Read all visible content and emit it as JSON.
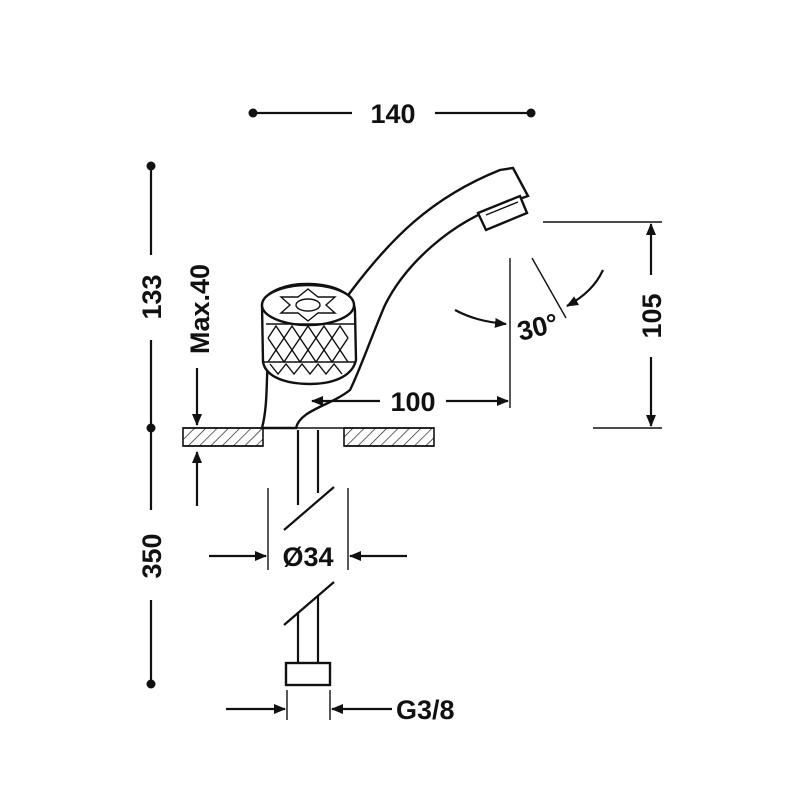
{
  "dimensions": {
    "width_top": "140",
    "height_left_upper": "133",
    "max_deck": "Max.40",
    "height_left_lower": "350",
    "height_right": "105",
    "angle": "30°",
    "reach": "100",
    "diameter": "Ø34",
    "thread": "G3/8"
  },
  "colors": {
    "line": "#111111",
    "background": "#ffffff"
  }
}
